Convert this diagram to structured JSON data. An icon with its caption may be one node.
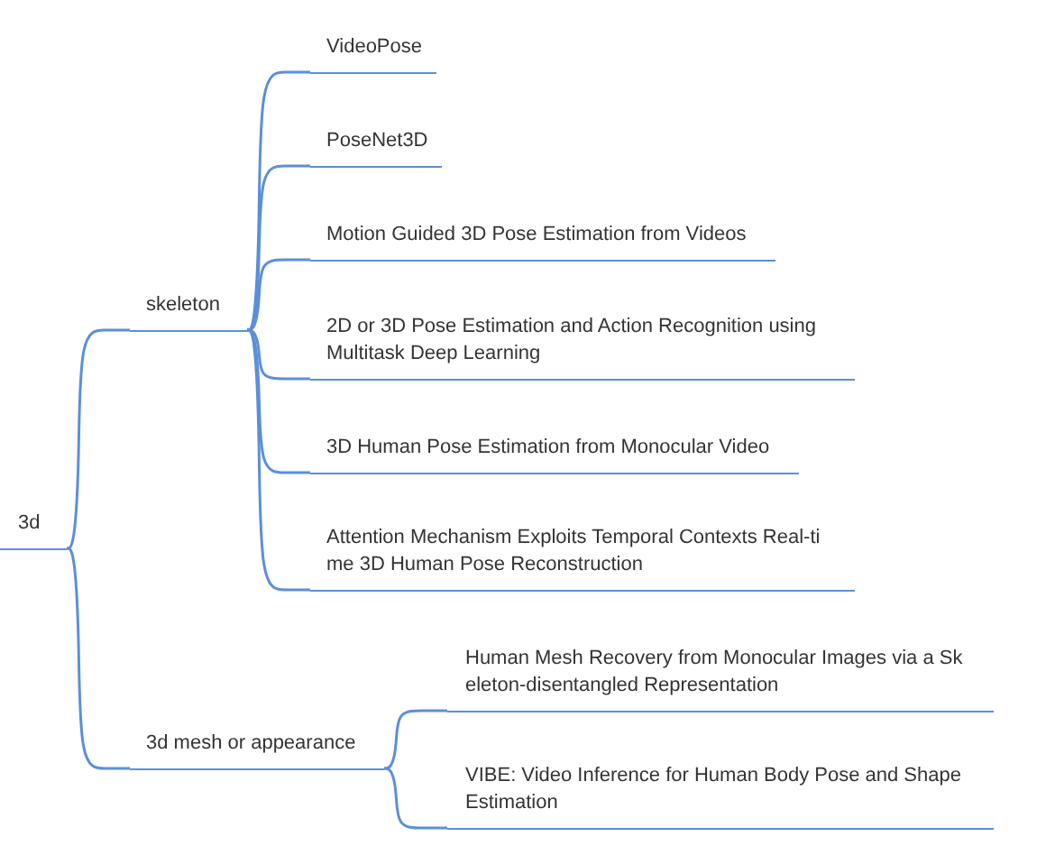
{
  "diagram": {
    "nodes": [
      {
        "text": [
          "3d"
        ]
      },
      {
        "text": [
          "skeleton"
        ]
      },
      {
        "text": [
          "VideoPose"
        ]
      },
      {
        "text": [
          "PoseNet3D"
        ]
      },
      {
        "text": [
          "Motion Guided 3D Pose Estimation from Videos"
        ]
      },
      {
        "text": [
          "2D or 3D Pose Estimation and Action Recognition using Multitask Deep Learning"
        ]
      },
      {
        "text": [
          "3D Human Pose Estimation from Monocular Video"
        ]
      },
      {
        "text": [
          "Attention Mechanism Exploits Temporal Contexts Real-ti me 3D Human Pose Reconstruction"
        ]
      },
      {
        "text": [
          "3d mesh or appearance"
        ]
      },
      {
        "text": [
          "Human Mesh Recovery from Monocular Images via a Sk eleton-disentangled Representation"
        ]
      },
      {
        "text": [
          "VIBE: Video Inference for Human Body Pose and Shape Estimation"
        ]
      }
    ],
    "edges": [
      {
        "from": 0,
        "to": 1,
        "arrow": "none"
      },
      {
        "from": 0,
        "to": 8,
        "arrow": "none"
      },
      {
        "from": 1,
        "to": 2,
        "arrow": "none"
      },
      {
        "from": 1,
        "to": 3,
        "arrow": "none"
      },
      {
        "from": 1,
        "to": 4,
        "arrow": "none"
      },
      {
        "from": 1,
        "to": 5,
        "arrow": "none"
      },
      {
        "from": 1,
        "to": 6,
        "arrow": "none"
      },
      {
        "from": 1,
        "to": 7,
        "arrow": "none"
      },
      {
        "from": 8,
        "to": 9,
        "arrow": "none"
      },
      {
        "from": 8,
        "to": 10,
        "arrow": "none"
      }
    ]
  }
}
